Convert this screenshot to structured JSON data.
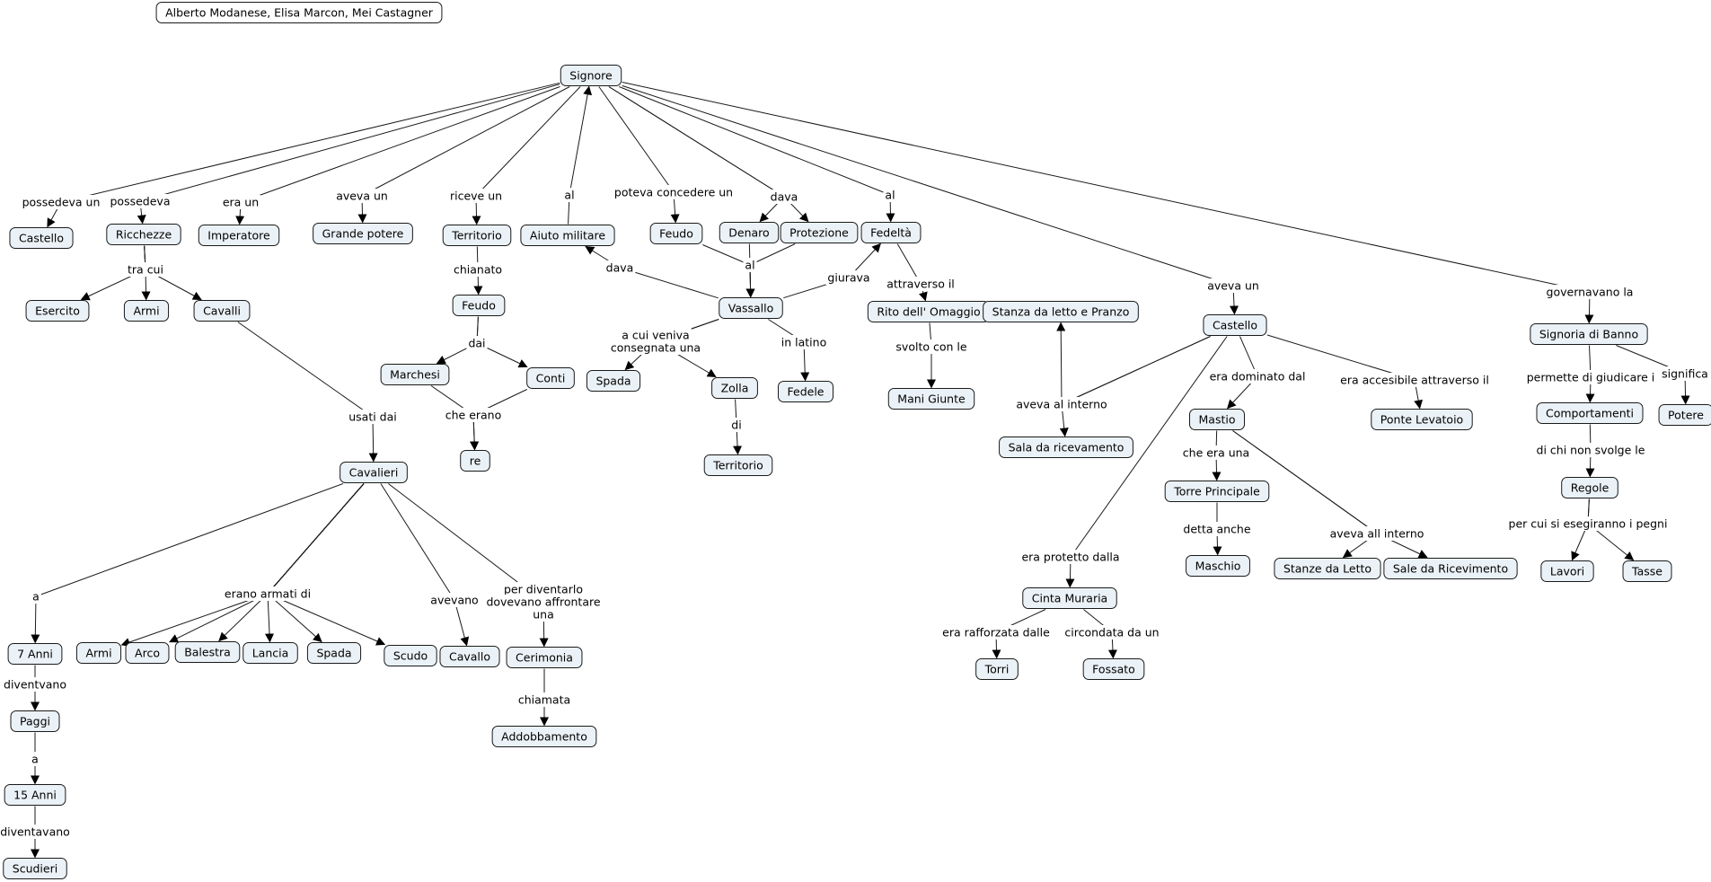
{
  "authors": "Alberto Modanese, Elisa Marcon, Mei Castagner",
  "nodes": {
    "signore": "Signore",
    "castello1": "Castello",
    "ricchezze": "Ricchezze",
    "imperatore": "Imperatore",
    "grande_potere": "Grande potere",
    "territorio1": "Territorio",
    "aiuto_militare": "Aiuto militare",
    "feudo1": "Feudo",
    "denaro": "Denaro",
    "protezione": "Protezione",
    "fedelta": "Fedeltà",
    "esercito": "Esercito",
    "armi1": "Armi",
    "cavalli": "Cavalli",
    "feudo2": "Feudo",
    "marchesi": "Marchesi",
    "conti": "Conti",
    "re": "re",
    "vassallo": "Vassallo",
    "spada1": "Spada",
    "zolla": "Zolla",
    "territorio2": "Territorio",
    "fedele": "Fedele",
    "rito": "Rito dell' Omaggio",
    "mani_giunte": "Mani Giunte",
    "stanza_letto_pranzo": "Stanza da letto e Pranzo",
    "sala_ricevimento": "Sala da ricevamento",
    "castello2": "Castello",
    "mastio": "Mastio",
    "ponte": "Ponte Levatoio",
    "torre": "Torre Principale",
    "maschio": "Maschio",
    "stanze_letto": "Stanze da Letto",
    "sale_ricevimento": "Sale da Ricevimento",
    "cinta": "Cinta Muraria",
    "torri": "Torri",
    "fossato": "Fossato",
    "signoria": "Signoria di Banno",
    "comportamenti": "Comportamenti",
    "potere": "Potere",
    "regole": "Regole",
    "lavori": "Lavori",
    "tasse": "Tasse",
    "cavalieri": "Cavalieri",
    "sette_anni": "7 Anni",
    "paggi": "Paggi",
    "quindici_anni": "15 Anni",
    "scudieri": "Scudieri",
    "armi2": "Armi",
    "arco": "Arco",
    "balestra": "Balestra",
    "lancia": "Lancia",
    "spada2": "Spada",
    "scudo": "Scudo",
    "cavallo": "Cavallo",
    "cerimonia": "Cerimonia",
    "addobbamento": "Addobbamento"
  },
  "links": {
    "possedeva_un": "possedeva un",
    "possedeva": "possedeva",
    "era_un": "era un",
    "aveva_un1": "aveva un",
    "riceve_un": "riceve un",
    "al1": "al",
    "poteva": "poteva concedere un",
    "dava1": "dava",
    "al2": "al",
    "tra_cui": "tra cui",
    "chianato": "chianato",
    "dai": "dai",
    "che_erano": "che erano",
    "dava2": "dava",
    "al3": "al",
    "giurava": "giurava",
    "a_cui_1": "a cui veniva",
    "a_cui_2": "consegnata una",
    "di": "di",
    "in_latino": "in latino",
    "attraverso": "attraverso il",
    "svolto": "svolto con le",
    "aveva_un2": "aveva un",
    "aveva_al_interno": "aveva al interno",
    "era_dominato": "era dominato dal",
    "era_accesibile": "era accesibile attraverso il",
    "che_era_una": "che era una",
    "detta_anche": "detta anche",
    "aveva_all_interno": "aveva all interno",
    "era_protetto": "era protetto dalla",
    "era_rafforzata": "era rafforzata dalle",
    "circondata": "circondata da un",
    "governavano": "governavano la",
    "permette": "permette di giudicare i",
    "significa": "significa",
    "di_chi": "di chi non svolge le",
    "per_cui": "per cui si esegiranno i pegni",
    "usati_dai": "usati dai",
    "a1": "a",
    "diventvano": "diventvano",
    "a2": "a",
    "diventavano": "diventavano",
    "erano_armati": "erano armati di",
    "avevano": "avevano",
    "per_div_1": "per diventarlo",
    "per_div_2": "dovevano affrontare",
    "per_div_3": "una",
    "chiamata": "chiamata"
  }
}
